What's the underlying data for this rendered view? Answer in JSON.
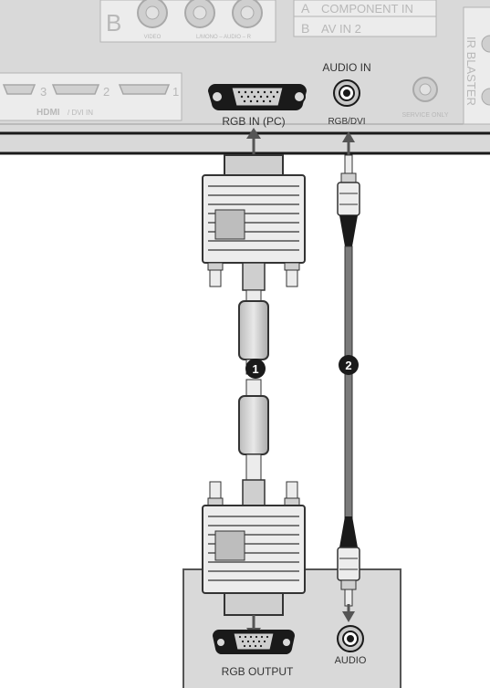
{
  "tv_panel": {
    "section_letter": "B",
    "component_row_a_letter": "A",
    "component_row_a_text": "COMPONENT IN",
    "component_row_b_letter": "B",
    "component_row_b_text": "AV IN 2",
    "jack_video": "VIDEO",
    "jack_audio": "L/MONO – AUDIO – R",
    "ir_blaster": "IR BLASTER",
    "hdmi_port_3": "3",
    "hdmi_port_2": "2",
    "hdmi_port_1": "1",
    "hdmi_logo": "HDMI",
    "hdmi_suffix": "/ DVI IN",
    "audio_in_title": "AUDIO IN",
    "rgb_in_label": "RGB IN (PC)",
    "rgb_dvi_label": "RGB/DVI",
    "service_only": "SERVICE ONLY"
  },
  "cables": {
    "rgb_cable_number": "1",
    "audio_cable_number": "2"
  },
  "pc_panel": {
    "rgb_output_label": "RGB OUTPUT",
    "audio_label": "AUDIO"
  },
  "colors": {
    "panel_gray": "#d9d9d9",
    "dark": "#1a1a1a",
    "line_gray": "#7a7a7a"
  }
}
